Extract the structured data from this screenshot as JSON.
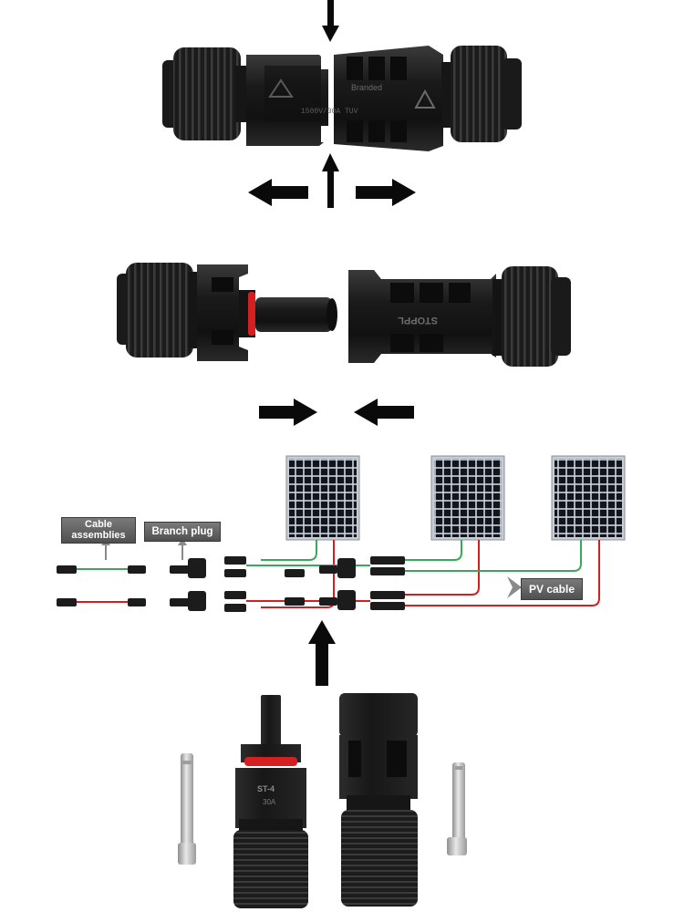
{
  "labels": {
    "cable_assemblies": "Cable assemblies",
    "branch_plug": "Branch plug",
    "pv_cable": "PV cable"
  },
  "connector_markings": {
    "top_left": "Branded",
    "top_right": "1500V/30A TUV",
    "mid_male": "STOPPL",
    "bottom_female": "ST-4",
    "bottom_female_b": "30A"
  },
  "colors": {
    "connector_body": "#1b1b1b",
    "seal_ring": "#d42020",
    "positive_wire": "#d21f1f",
    "negative_wire": "#3aa85a",
    "arrow": "#0a0a0a",
    "label_bg": "#5f5f5f",
    "pin_metal": "#c9c9c9"
  },
  "icons": [
    "arrow-down-icon",
    "arrow-up-icon",
    "arrow-left-icon",
    "arrow-right-icon",
    "solar-panel-icon",
    "pv-connector-icon",
    "crimp-pin-icon"
  ]
}
